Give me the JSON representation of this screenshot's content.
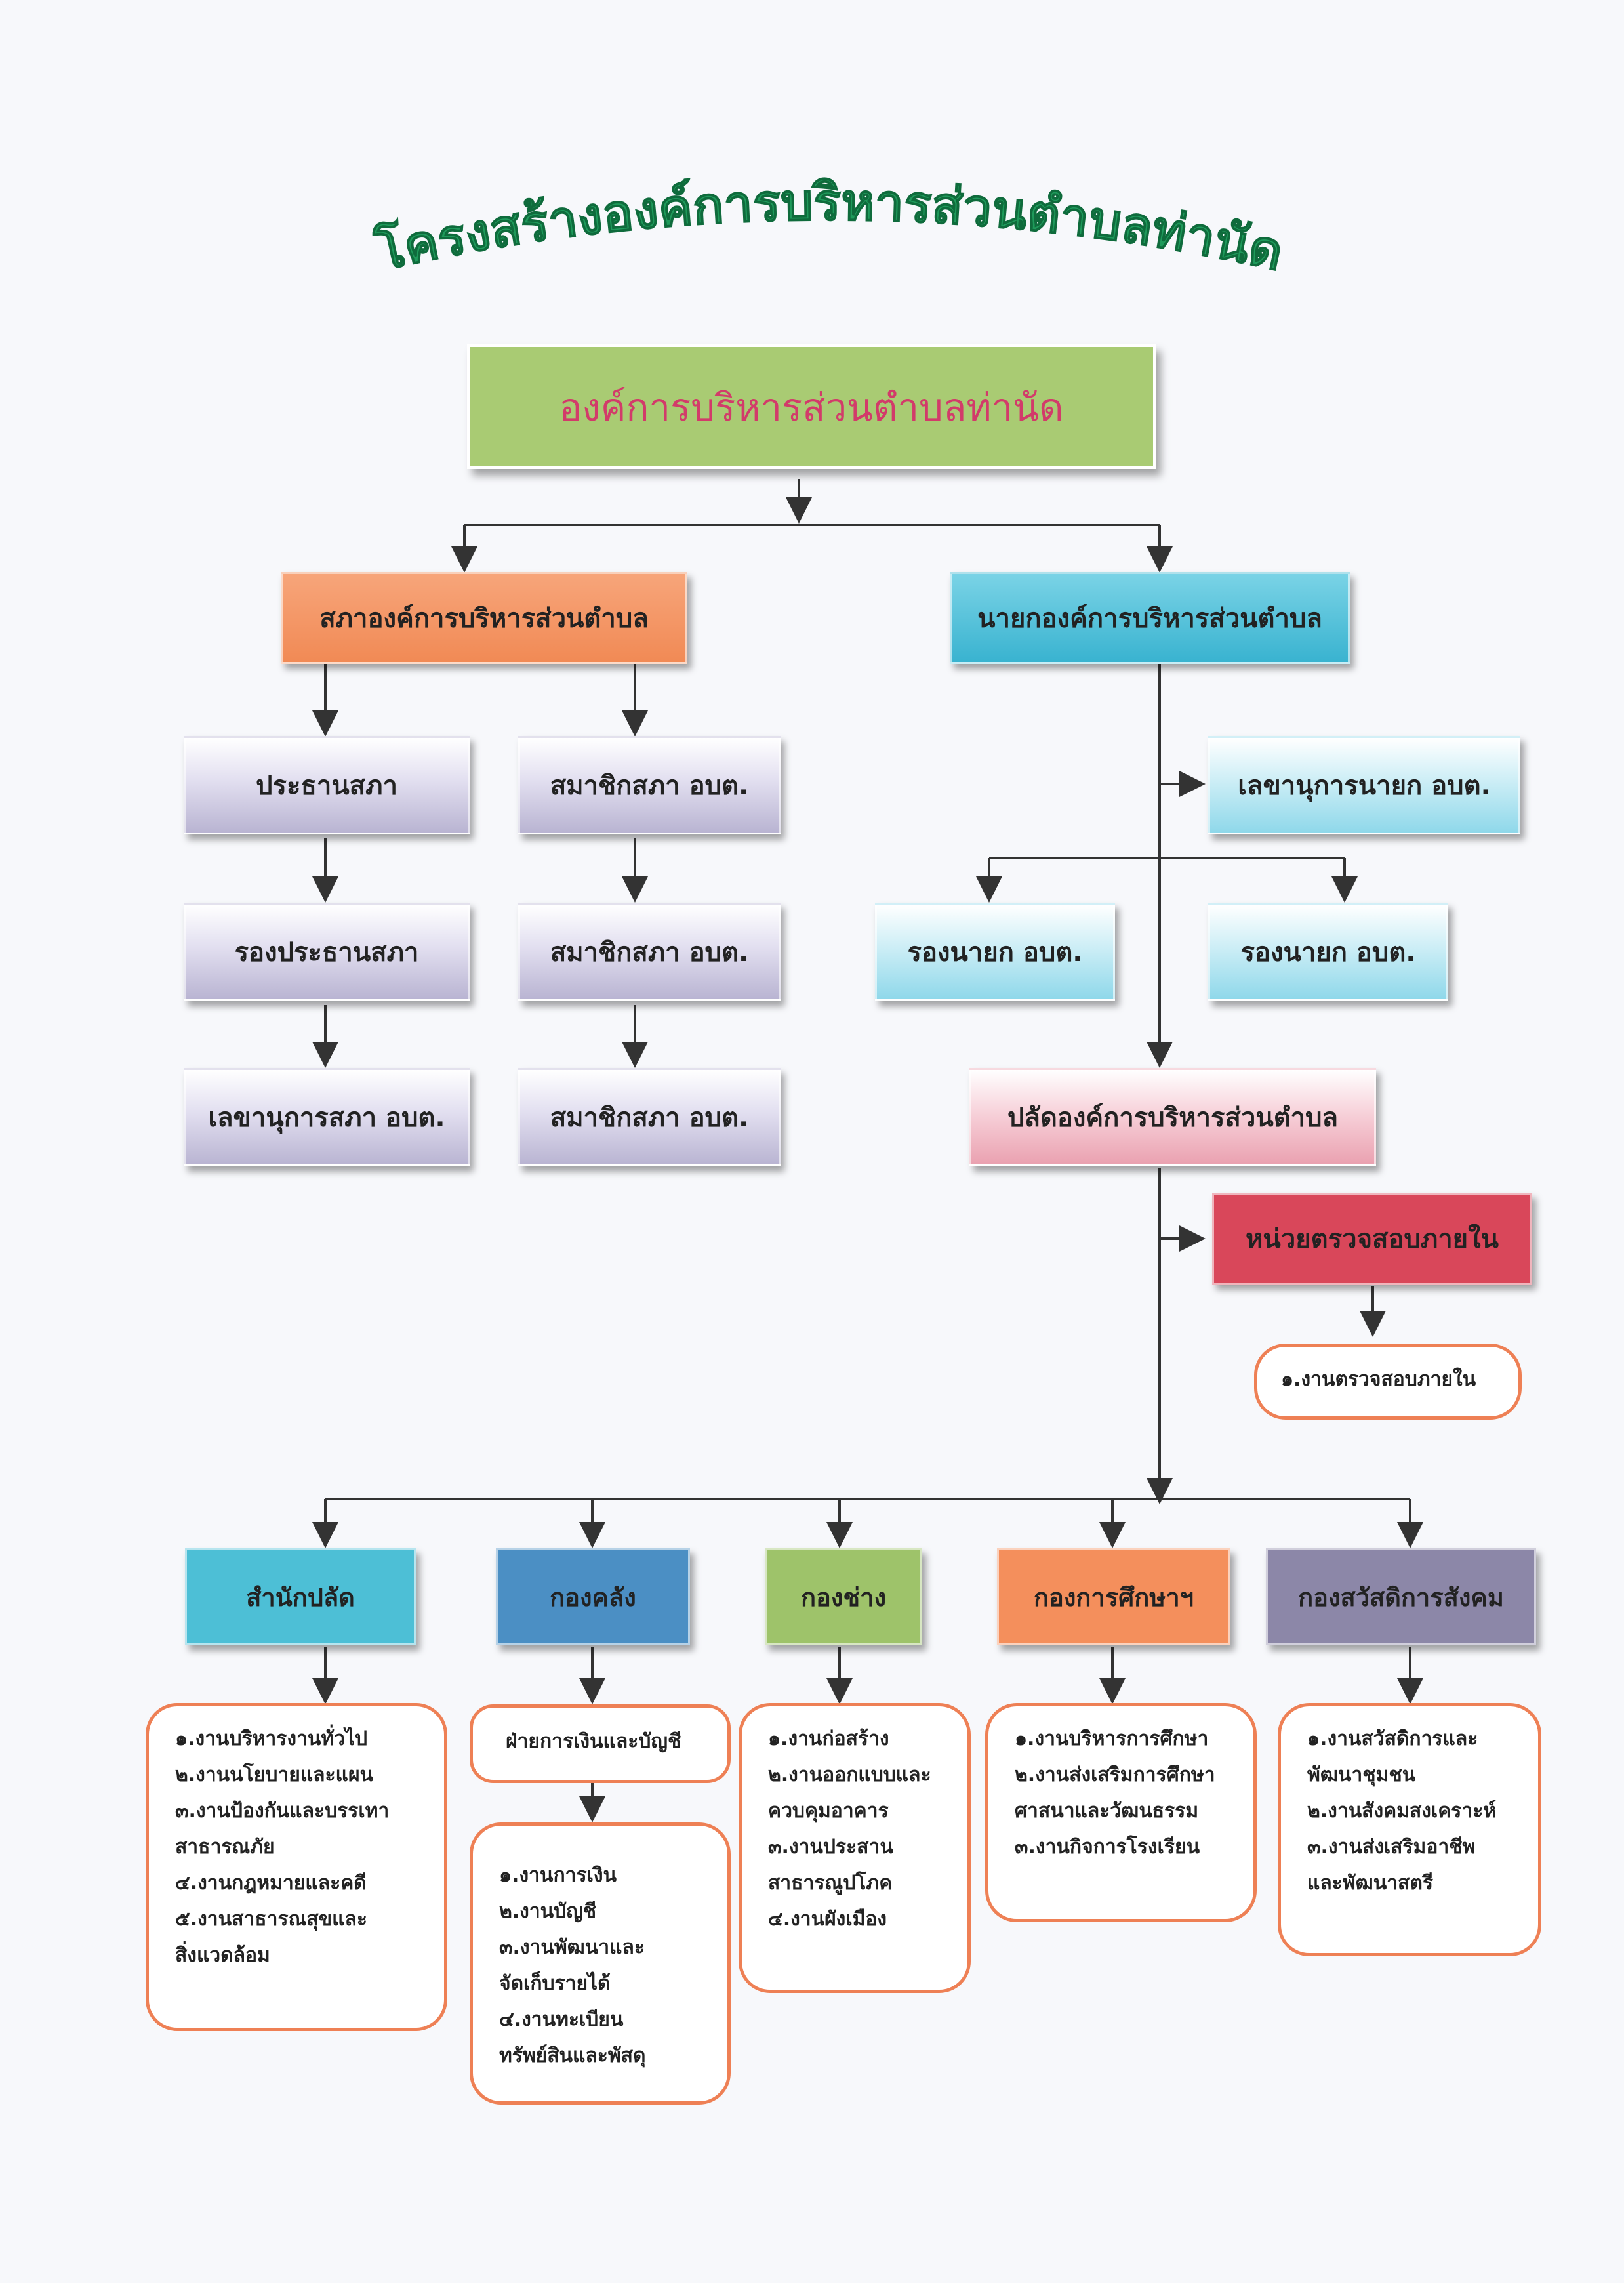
{
  "title": "โครงสร้างองค์การบริหารส่วนตำบลท่านัด",
  "colors": {
    "title": "#1f9a5b",
    "top_box_fill": "#a9cb73",
    "top_box_text": "#d23b6a",
    "council_fill": "#f18a55",
    "mayor_fill": "#39b3d0",
    "connector": "#333333",
    "rounded_border": "#ee8055"
  },
  "top": {
    "label": "องค์การบริหารส่วนตำบลท่านัด"
  },
  "council": {
    "label": "สภาองค์การบริหารส่วนตำบล",
    "president": "ประธานสภา",
    "vice_president": "รองประธานสภา",
    "secretary": "เลขานุการสภา อบต.",
    "members": [
      "สมาชิกสภา อบต.",
      "สมาชิกสภา อบต.",
      "สมาชิกสภา อบต."
    ]
  },
  "mayor": {
    "label": "นายกองค์การบริหารส่วนตำบล",
    "secretary": "เลขานุการนายก อบต.",
    "deputies": [
      "รองนายก อบต.",
      "รองนายก อบต."
    ]
  },
  "chief": {
    "label": "ปลัดองค์การบริหารส่วนตำบล"
  },
  "audit": {
    "label": "หน่วยตรวจสอบภายใน",
    "items": [
      "๑.งานตรวจสอบภายใน"
    ]
  },
  "departments": [
    {
      "label": "สำนักปลัด",
      "items": [
        "๑.งานบริหารงานทั่วไป",
        "๒.งานนโยบายและแผน",
        "๓.งานป้องกันและบรรเทา",
        "สาธารณภัย",
        "๔.งานกฎหมายและคดี",
        "๕.งานสาธารณสุขและ",
        "สิ่งแวดล้อม"
      ]
    },
    {
      "label": "กองคลัง",
      "section": "ฝ่ายการเงินและบัญชี",
      "items": [
        "๑.งานการเงิน",
        "๒.งานบัญชี",
        "๓.งานพัฒนาและ",
        "จัดเก็บรายได้",
        "๔.งานทะเบียน",
        "ทรัพย์สินและพัสดุ"
      ]
    },
    {
      "label": "กองช่าง",
      "items": [
        "๑.งานก่อสร้าง",
        "๒.งานออกแบบและ",
        "ควบคุมอาคาร",
        "๓.งานประสาน",
        "สาธารณูปโภค",
        "๔.งานผังเมือง"
      ]
    },
    {
      "label": "กองการศึกษาฯ",
      "items": [
        "๑.งานบริหารการศึกษา",
        "๒.งานส่งเสริมการศึกษา",
        "ศาสนาและวัฒนธรรม",
        "๓.งานกิจการโรงเรียน"
      ]
    },
    {
      "label": "กองสวัสดิการสังคม",
      "items": [
        "๑.งานสวัสดิการและ",
        "พัฒนาชุมชน",
        "๒.งานสังคมสงเคราะห์",
        "๓.งานส่งเสริมอาชีพ",
        "และพัฒนาสตรี"
      ]
    }
  ]
}
